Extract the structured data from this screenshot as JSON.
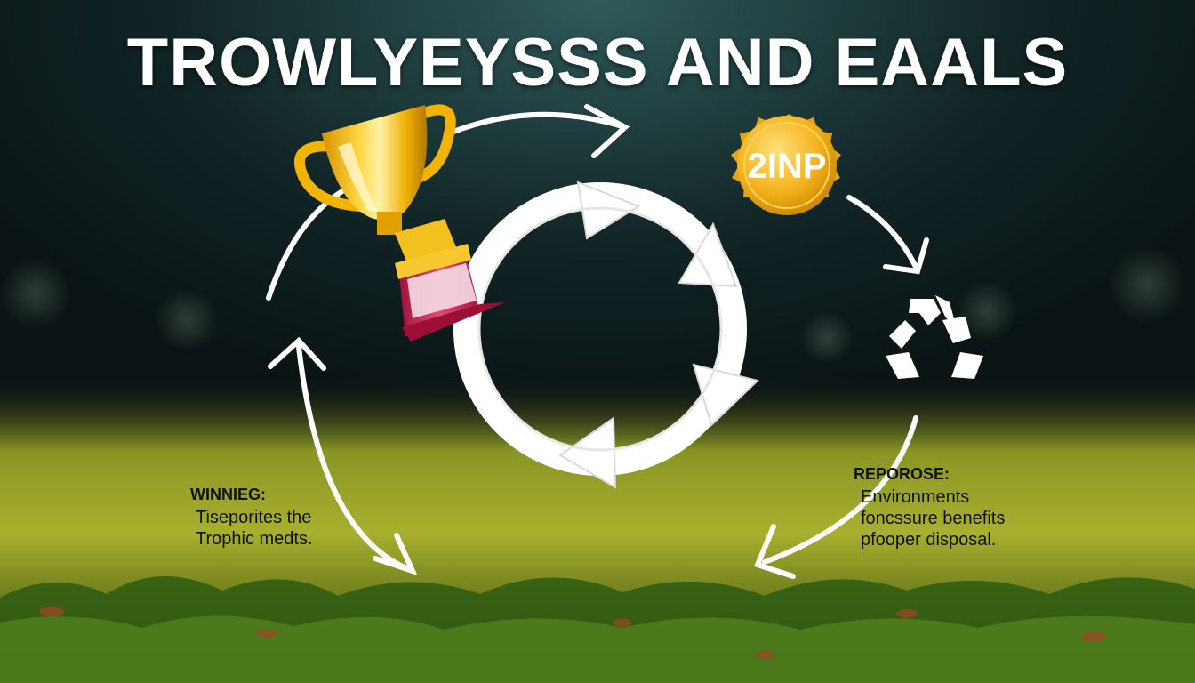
{
  "title": "TROWLYEYSSS AND EAALS",
  "medal": {
    "label": "2INP"
  },
  "captions": {
    "left": {
      "heading": "WINNIEG:",
      "lines": [
        "Tiseporites the",
        "Trophic medts."
      ]
    },
    "right": {
      "heading": "REPOROSE:",
      "lines": [
        "Environments",
        "foncssure benefits",
        "pfooper disposal."
      ]
    }
  },
  "colors": {
    "background_top": "#0c1a1c",
    "grass": "#9aa52a",
    "trophy_gold": "#f2b400",
    "trophy_base": "#c8194a",
    "medal_gold": "#f4b21d",
    "arrow": "#ffffff"
  },
  "icons": {
    "trophy": "trophy-icon",
    "medal": "medal-icon",
    "recycle": "recycle-icon"
  }
}
